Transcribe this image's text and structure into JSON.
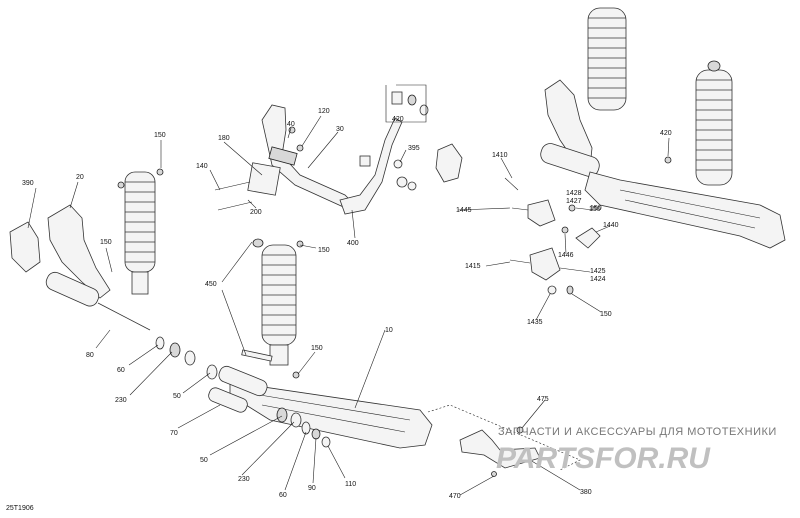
{
  "diagram_code": "25T1906",
  "watermark": {
    "line1": "ЗАПЧАСТИ И АКСЕССУАРЫ ДЛЯ МОТОТЕХНИКИ",
    "logo_text": "PARTSFOR.RU"
  },
  "callouts": [
    {
      "id": "c390",
      "text": "390"
    },
    {
      "id": "c20",
      "text": "20"
    },
    {
      "id": "c150a",
      "text": "150"
    },
    {
      "id": "c150b",
      "text": "150"
    },
    {
      "id": "c80",
      "text": "80"
    },
    {
      "id": "c60a",
      "text": "60"
    },
    {
      "id": "c230a",
      "text": "230"
    },
    {
      "id": "c50a",
      "text": "50"
    },
    {
      "id": "c70",
      "text": "70"
    },
    {
      "id": "c50b",
      "text": "50"
    },
    {
      "id": "c230b",
      "text": "230"
    },
    {
      "id": "c60b",
      "text": "60"
    },
    {
      "id": "c90",
      "text": "90"
    },
    {
      "id": "c110",
      "text": "110"
    },
    {
      "id": "c450",
      "text": "450"
    },
    {
      "id": "c150c",
      "text": "150"
    },
    {
      "id": "c150d",
      "text": "150"
    },
    {
      "id": "c10",
      "text": "10"
    },
    {
      "id": "c180",
      "text": "180"
    },
    {
      "id": "c40",
      "text": "40"
    },
    {
      "id": "c120",
      "text": "120"
    },
    {
      "id": "c30",
      "text": "30"
    },
    {
      "id": "c140",
      "text": "140"
    },
    {
      "id": "c200",
      "text": "200"
    },
    {
      "id": "c400",
      "text": "400"
    },
    {
      "id": "c420a",
      "text": "420"
    },
    {
      "id": "c395",
      "text": "395"
    },
    {
      "id": "c150e",
      "text": "150"
    },
    {
      "id": "c420b",
      "text": "420"
    },
    {
      "id": "c1410",
      "text": "1410"
    },
    {
      "id": "c1428",
      "text": "1428"
    },
    {
      "id": "c1427",
      "text": "1427"
    },
    {
      "id": "c1445",
      "text": "1445"
    },
    {
      "id": "c150f",
      "text": "150"
    },
    {
      "id": "c1440",
      "text": "1440"
    },
    {
      "id": "c1446",
      "text": "1446"
    },
    {
      "id": "c1415",
      "text": "1415"
    },
    {
      "id": "c1425",
      "text": "1425"
    },
    {
      "id": "c1424",
      "text": "1424"
    },
    {
      "id": "c1435",
      "text": "1435"
    },
    {
      "id": "c150g",
      "text": "150"
    },
    {
      "id": "c475",
      "text": "475"
    },
    {
      "id": "c380",
      "text": "380"
    },
    {
      "id": "c470",
      "text": "470"
    }
  ]
}
